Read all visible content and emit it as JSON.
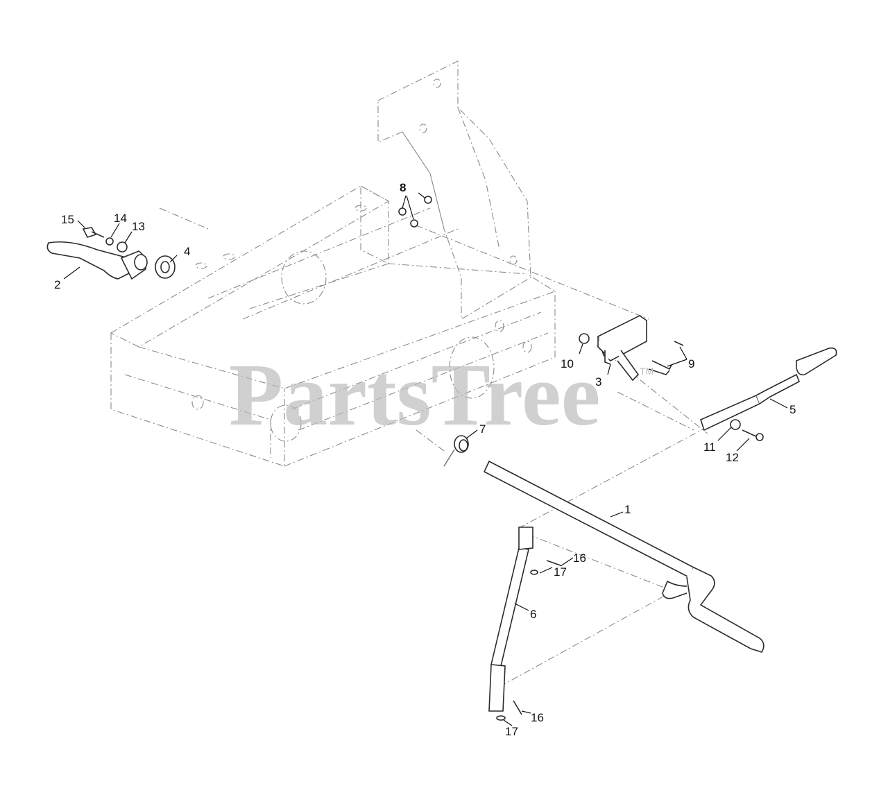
{
  "watermark": {
    "text": "PartsTree",
    "trademark": "TM"
  },
  "callouts": {
    "c1": "1",
    "c2": "2",
    "c3": "3",
    "c4": "4",
    "c5": "5",
    "c6": "6",
    "c7": "7",
    "c8": "8",
    "c9": "9",
    "c10": "10",
    "c11": "11",
    "c12": "12",
    "c13": "13",
    "c14": "14",
    "c15": "15",
    "c16a": "16",
    "c16b": "16",
    "c17a": "17",
    "c17b": "17"
  }
}
